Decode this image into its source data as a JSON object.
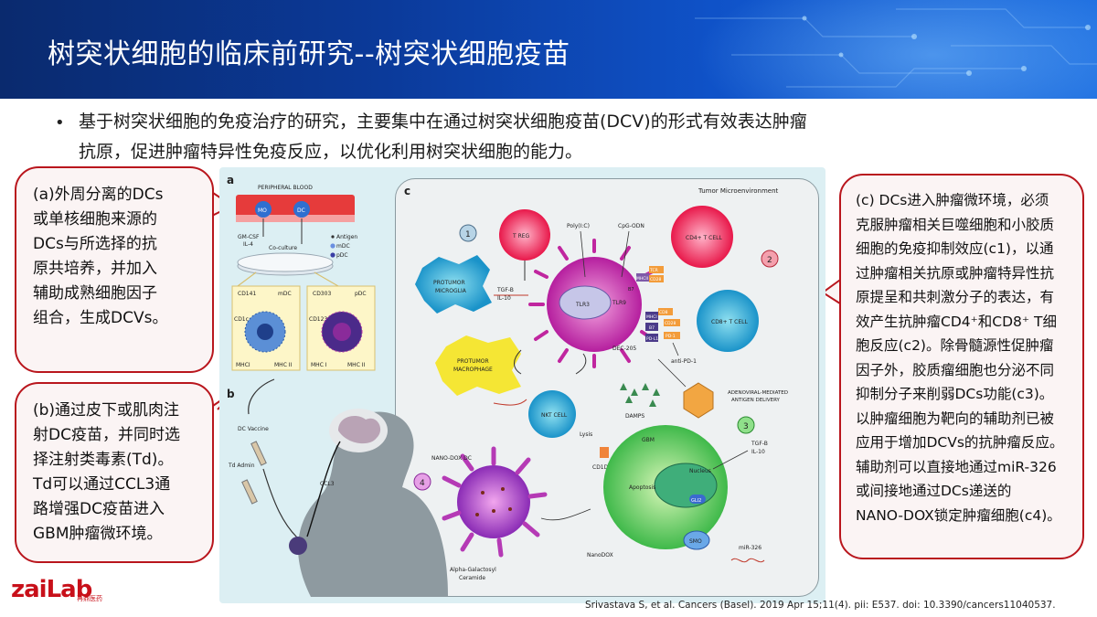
{
  "title": "树突状细胞的临床前研究--树突状细胞疫苗",
  "bullet": {
    "symbol": "•",
    "line1": "基于树突状细胞的免疫治疗的研究，主要集中在通过树突状细胞疫苗(DCV)的形式有效表达肿瘤",
    "line2": "抗原，促进肿瘤特异性免疫反应，以优化利用树突状细胞的能力。"
  },
  "callouts": {
    "a": [
      "(a)外周分离的DCs",
      "或单核细胞来源的",
      "DCs与所选择的抗",
      "原共培养，并加入",
      "辅助成熟细胞因子",
      "组合，生成DCVs。"
    ],
    "b": [
      "(b)通过皮下或肌肉注",
      "射DC疫苗，并同时选",
      "择注射类毒素(Td)。",
      "Td可以通过CCL3通",
      "路增强DC疫苗进入",
      "GBM肿瘤微环境。"
    ],
    "c": [
      "(c) DCs进入肿瘤微环境，必须",
      "克服肿瘤相关巨噬细胞和小胶质",
      "细胞的免疫抑制效应(c1)，以通",
      "过肿瘤相关抗原或肿瘤特异性抗",
      "原提呈和共刺激分子的表达，有",
      "效产生抗肿瘤CD4⁺和CD8⁺ T细",
      "胞反应(c2)。除骨髓源性促肿瘤",
      "因子外，胶质瘤细胞也分泌不同",
      "抑制分子来削弱DCs功能(c3)。",
      "以肿瘤细胞为靶向的辅助剂已被",
      "应用于增加DCVs的抗肿瘤反应。",
      "辅助剂可以直接地通过miR-326",
      "或间接地通过DCs递送的",
      "NANO-DOX锁定肿瘤细胞(c4)。"
    ]
  },
  "figure": {
    "panel_a": {
      "letter": "a",
      "peripheral_blood": "PERIPHERAL BLOOD",
      "mo": "MO",
      "dc": "DC",
      "gmcsf": "GM-CSF",
      "il4": "IL-4",
      "coculture": "Co-culture",
      "legend_antigen": "Antigen",
      "legend_mdc": "mDC",
      "legend_pdc": "pDC",
      "cd141": "CD141",
      "mdc_label": "mDC",
      "cd1c": "CD1c",
      "mhci_left": "MHCI",
      "mhcii_left": "MHC II",
      "cd303": "CD303",
      "pdc_label": "pDC",
      "cd123": "CD123",
      "mhci_right": "MHC I",
      "mhcii_right": "MHC II"
    },
    "panel_b": {
      "letter": "b",
      "dc_vaccine": "DC Vaccine",
      "td_admin": "Td Admin",
      "ccl3": "CCL3"
    },
    "panel_c": {
      "letter": "c",
      "tme": "Tumor Microenvironment",
      "n1": "1",
      "n2": "2",
      "n3": "3",
      "n4": "4",
      "treg": "T REG",
      "polyic": "Poly(I:C)",
      "cpg": "CpG-ODN",
      "cd4": "CD4+ T CELL",
      "cd8": "CD8+ T CELL",
      "protumor_microglia_1": "PROTUMOR",
      "protumor_microglia_2": "MICROGLIA",
      "tgfb": "TGF-B",
      "il10": "IL-10",
      "tlr3": "TLR3",
      "tlr9": "TLR9",
      "mhcii": "MHCII",
      "b7_top": "B7",
      "cd28_top": "CD28",
      "tcr_top": "TCR",
      "mhci": "MHCI",
      "b7_mid": "B7",
      "pdl1": "PD-L1",
      "cd28_mid": "CD28",
      "pd1": "PD-1",
      "cd8_mark": "CD8",
      "dec205": "DEC-205",
      "anti_pd1": "anti-PD-1",
      "protumor_macrophage_1": "PROTUMOR",
      "protumor_macrophage_2": "MACROPHAGE",
      "adenoviral_1": "ADENOVIRAL-MEDIATED",
      "adenoviral_2": "ANTIGEN DELIVERY",
      "damps": "DAMPS",
      "nkt": "NKT CELL",
      "lysis": "Lysis",
      "cd1d": "CD1D",
      "gbm": "GBM",
      "tgfb3": "TGF-B",
      "il10_3": "IL-10",
      "nano_dox_dc": "NANO-DOX DC",
      "apoptosis": "Apoptosis",
      "nucleus": "Nucleus",
      "gli2": "GLI2",
      "smo": "SMO",
      "nanodox": "NanoDOX",
      "mir326": "miR-326",
      "alpha_gal_1": "Alpha-Galactosyl",
      "alpha_gal_2": "Ceramide"
    }
  },
  "logo": {
    "text": "zaiLab",
    "sub": "再鼎医药"
  },
  "citation": "Srivastava S, et al. Cancers (Basel). 2019 Apr 15;11(4). pii: E537. doi: 10.3390/cancers11040537.",
  "colors": {
    "header": "#0b3a9a",
    "callout_border": "#b9161d",
    "logo": "#c8101a"
  }
}
